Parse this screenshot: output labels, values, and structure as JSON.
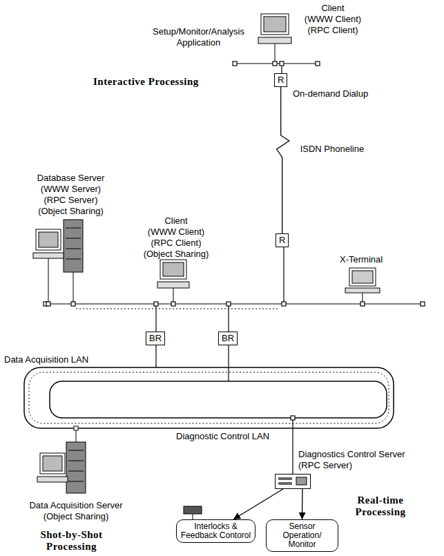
{
  "diagram": {
    "nodes": [
      {
        "text": [
          "Client",
          "(WWW Client)",
          "(RPC Client)"
        ]
      },
      {
        "text": [
          "R"
        ]
      },
      {
        "text": [
          "Database Server",
          "(WWW Server)",
          "(RPC Server)",
          "(Object Sharing)"
        ]
      },
      {
        "text": [
          "Client",
          "(WWW Client)",
          "(RPC Client)",
          "(Object Sharing)"
        ]
      },
      {
        "text": [
          "R"
        ]
      },
      {
        "text": [
          "X-Terminal"
        ]
      },
      {
        "text": [
          "BR"
        ]
      },
      {
        "text": [
          "BR"
        ]
      },
      {
        "text": [
          "Data Acquisition Server",
          "(Object Sharing)"
        ]
      },
      {
        "text": [
          "Diagnostics Control Server",
          "(RPC Server)"
        ]
      },
      {
        "text": [
          "Interlocks & Feedback Contorol"
        ]
      },
      {
        "text": [
          "Sensor Operation/ Monitor"
        ]
      }
    ],
    "edges": [
      {
        "from": 1,
        "to": 4,
        "arrow": "none",
        "label": "ISDN Phoneline"
      },
      {
        "from": 9,
        "to": 10,
        "arrow": "to"
      },
      {
        "from": 9,
        "to": 11,
        "arrow": "to"
      }
    ],
    "labels": [
      "Setup/Monitor/Analysis Application",
      "Interactive Processing",
      "On-demand Dialup",
      "Data Acquisition LAN",
      "Diagnostic Control LAN",
      "Real-time Processing",
      "Shot-by-Shot Processing"
    ]
  }
}
